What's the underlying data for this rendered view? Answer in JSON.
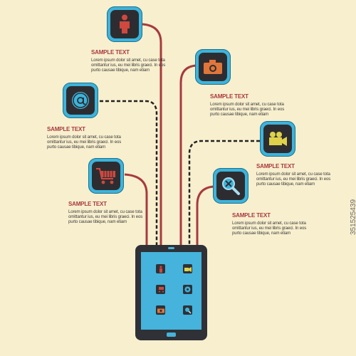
{
  "blocks": [
    {
      "title": "SAMPLE TEXT",
      "lines": [
        "Lorem ipsum dolor sit amet, cu case tota",
        "omittantur ius, eu mei libris graeci. In eos",
        "purto causae tibique, nam etiam"
      ]
    },
    {
      "title": "SAMPLE TEXT",
      "lines": [
        "Lorem ipsum dolor sit amet, cu case tota",
        "omittantur ius, eu mei libris graeci. In eos",
        "purto causae tibique, nam etiam"
      ]
    },
    {
      "title": "SAMPLE TEXT",
      "lines": [
        "Lorem ipsum dolor sit amet, cu case tota",
        "omittantur ius, eu mei libris graeci. In eos",
        "purto causae tibique, nam etiam"
      ]
    },
    {
      "title": "SAMPLE TEXT",
      "lines": [
        "Lorem ipsum dolor sit amet, cu case tota",
        "omittantur ius, eu mei libris graeci. In eos",
        "purto causae tibique, nam etiam"
      ]
    },
    {
      "title": "SAMPLE TEXT",
      "lines": [
        "Lorem ipsum dolor sit amet, cu case tota",
        "omittantur ius, eu mei libris graeci. In eos",
        "purto causae tibique, nam etiam"
      ]
    },
    {
      "title": "SAMPLE TEXT",
      "lines": [
        "Lorem ipsum dolor sit amet, cu case tota",
        "omittantur ius, eu mei libris graeci. In eos",
        "purto causae tibique, nam etiam"
      ]
    }
  ],
  "icons": [
    "person-icon",
    "camera-icon",
    "at-sign-icon",
    "video-camera-icon",
    "shopping-cart-icon",
    "magnifier-icon"
  ],
  "stock_id": "351525439",
  "colors": {
    "background": "#f8efce",
    "frame": "#3cb4dc",
    "red_line": "#a73a3e",
    "dashed_line": "#222222",
    "icon_red": "#d0483e",
    "icon_yellow": "#dfd24a"
  }
}
